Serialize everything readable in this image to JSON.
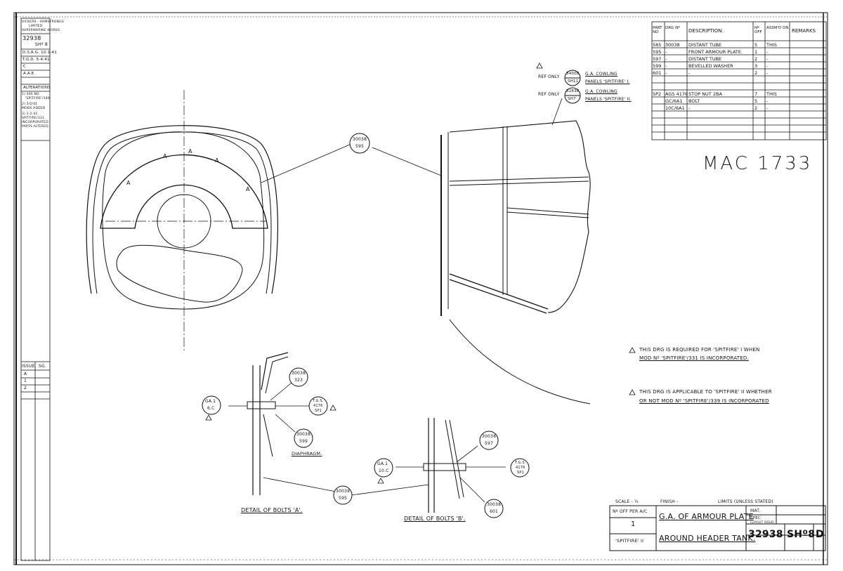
{
  "drawing": {
    "stamp_number": "MAC 1733",
    "title_line1": "G.A. OF ARMOUR PLATE",
    "title_line2": "AROUND HEADER TANK.",
    "drawing_no": "32938",
    "sheet": "SHº8",
    "issue_letter": "D"
  },
  "left_block": {
    "company": [
      "VICKERS - ARMSTRONGS",
      "LIMITED",
      "SUPERMARINE WORKS"
    ],
    "ref_no": "32938",
    "ref_sheet": "SHº 8",
    "drawn": "D.S.R.G. 10-1-41",
    "traced": "T.G.D. 5-4-41",
    "checked": "C",
    "approved": "A  A.E.",
    "alterations_heading": "ALTERATIONS",
    "alterations": [
      "1) 400 NO.",
      "'SPITFIRE'/346",
      "2) 3/2/41",
      "MODS ADDED",
      "3) 1-2-41",
      "SPITFIRE/331",
      "INCORPORATED",
      "PARTS ALTERED"
    ],
    "issue_heading": "ISSUE",
    "sg_heading": "SG.",
    "issues": [
      "A",
      "1",
      "2"
    ]
  },
  "parts_table": {
    "headers": [
      "PART NO",
      "DRG Nº",
      "DESCRIPTION.",
      "Nº OFF",
      "ASSM'D ON",
      "REMARKS"
    ],
    "rows": [
      [
        "585",
        "30038",
        "DISTANT TUBE",
        "5",
        "THIS",
        ""
      ],
      [
        "595",
        "-",
        "FRONT ARMOUR PLATE.",
        "1",
        "-",
        ""
      ],
      [
        "597",
        "-",
        "DISTANT TUBE",
        "2",
        "-",
        ""
      ],
      [
        "599",
        "-",
        "BEVELLED WASHER",
        "3",
        "-",
        ""
      ],
      [
        "601",
        "-",
        "-",
        "2",
        "-",
        ""
      ],
      [
        "",
        "",
        "",
        "",
        "",
        ""
      ],
      [
        "",
        "",
        "",
        "",
        "",
        ""
      ],
      [
        "SP2",
        "AGS 4176",
        "STOP NUT 2BA",
        "7",
        "THIS",
        ""
      ],
      [
        "",
        "GC/6A1",
        "BOLT",
        "5",
        "-",
        ""
      ],
      [
        "",
        "10C/6A1",
        "-",
        "2",
        "-",
        ""
      ],
      [
        "",
        "",
        "",
        "",
        "",
        ""
      ],
      [
        "",
        "",
        "",
        "",
        "",
        ""
      ]
    ]
  },
  "references": {
    "ref1_label": "REF ONLY",
    "ref1_drg": "34008",
    "ref1_sheet": "SH11",
    "ref1_desc1": "G.A. COWLING",
    "ref1_desc2": "PANELS 'SPITFIRE' I.",
    "ref2_label": "REF ONLY",
    "ref2_drg": "32838",
    "ref2_sheet": "SH7",
    "ref2_desc1": "G.A. COWLING",
    "ref2_desc2": "PANELS 'SPITFIRE' II."
  },
  "callouts": {
    "main_top": [
      "30038",
      "595"
    ],
    "bolt_a_top": [
      "30038",
      "323"
    ],
    "bolt_a_mid": [
      "30038",
      "599"
    ],
    "bolt_a_left": [
      "GA.1",
      "6.C"
    ],
    "bolt_a_right": [
      "T.G.S.",
      "4176",
      "SP1"
    ],
    "bolt_a_bottom": [
      "30038",
      "595"
    ],
    "bolt_b_top": [
      "30038",
      "597"
    ],
    "bolt_b_left": [
      "GA.1",
      "10.C"
    ],
    "bolt_b_right": [
      "T.G.S.",
      "4176",
      "SP1"
    ],
    "bolt_b_bottom": [
      "30038",
      "601"
    ]
  },
  "labels": {
    "diaphragm": "DIAPHRAGM.",
    "detail_a": "DETAIL OF BOLTS 'A'.",
    "detail_b": "DETAIL OF BOLTS 'B'.",
    "marker_a": "A",
    "note1_line1": "THIS DRG IS REQUIRED FOR 'SPITFIRE' I WHEN",
    "note1_line2": "MOD Nº 'SPITFIRE'/331 IS INCORPORATED.",
    "note2_line1": "THIS DRG IS APPLICABLE TO 'SPITFIRE' II WHETHER",
    "note2_line2": "OR NOT MOD Nº 'SPITFIRE'/339 IS INCORPORATED"
  },
  "title_block": {
    "scale": "SCALE - ¼",
    "finish": "FINISH -",
    "limits": "LIMITS (UNLESS STATED)",
    "no_off_heading": "Nº OFF PER A/C",
    "no_off_value": "1",
    "aircraft": "'SPITFIRE' II",
    "mat": "MAT.",
    "spec": "SPEC.",
    "spec2": "(LAYOUT ISSUE)"
  },
  "colors": {
    "ink": "#111111",
    "paper": "#ffffff"
  }
}
